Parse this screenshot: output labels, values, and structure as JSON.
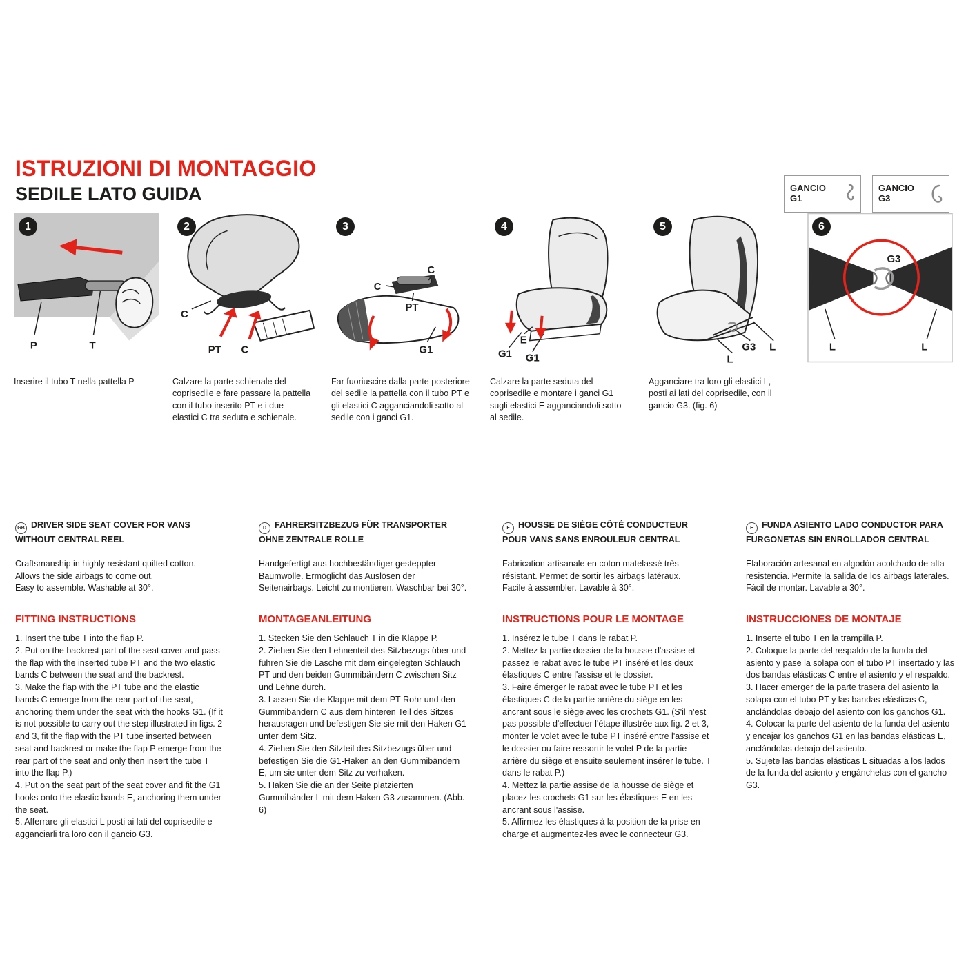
{
  "colors": {
    "accent_red": "#e2231a",
    "illustration_gray": "#c8c8c8",
    "badge_black": "#1d1d1b"
  },
  "header": {
    "title": "ISTRUZIONI DI MONTAGGIO",
    "subtitle": "SEDILE LATO GUIDA",
    "hook_legend": [
      {
        "name": "GANCIO",
        "code": "G1"
      },
      {
        "name": "GANCIO",
        "code": "G3"
      }
    ]
  },
  "panels": [
    {
      "number": "1",
      "labels": [
        "P",
        "T"
      ],
      "caption": "Inserire il tubo T nella pattella P"
    },
    {
      "number": "2",
      "labels": [
        "C",
        "PT",
        "C"
      ],
      "caption": "Calzare la parte schienale del coprisedile e fare passare la pattella con il tubo inserito PT e i due elastici C tra seduta e schienale."
    },
    {
      "number": "3",
      "labels": [
        "C",
        "PT",
        "C",
        "G1"
      ],
      "caption": "Far fuoriuscire dalla parte posteriore del sedile la pattella con il tubo PT e gli elastici C agganciandoli sotto al sedile con i ganci G1."
    },
    {
      "number": "4",
      "labels": [
        "E",
        "G1",
        "G1"
      ],
      "caption": "Calzare la parte seduta del coprisedile e montare i ganci G1 sugli elastici E agganciandoli sotto al sedile."
    },
    {
      "number": "5",
      "labels": [
        "G3",
        "L",
        "L"
      ],
      "caption": "Agganciare tra loro gli elastici L, posti ai lati del coprisedile, con il gancio G3. (fig. 6)"
    },
    {
      "number": "6",
      "labels": [
        "G3",
        "L",
        "L"
      ],
      "caption": ""
    }
  ],
  "columns": [
    {
      "lang": "GB",
      "heading": "DRIVER SIDE SEAT COVER FOR VANS WITHOUT CENTRAL REEL",
      "intro": "Craftsmanship in highly resistant quilted cotton.\nAllows the side airbags to come out.\nEasy to assemble. Washable at 30°.",
      "instructions_title": "FITTING INSTRUCTIONS",
      "steps": [
        "1. Insert the tube T into the flap P.",
        "2. Put on the backrest part of the seat cover and pass the flap with the inserted tube PT and the two elastic bands C between the seat and the backrest.",
        "3. Make the flap with the PT tube and the elastic bands C emerge from the rear part of the seat, anchoring them under the seat with the hooks G1. (If it is not possible to carry out the step illustrated in figs. 2 and 3, fit the flap with the PT tube inserted between seat and backrest or make the flap P emerge from the rear part of the seat and only then insert the tube T into the flap P.)",
        "4. Put on the seat part of the seat cover and fit the G1 hooks onto the elastic bands E, anchoring them under the seat.",
        "5. Afferrare gli elastici L posti ai lati del coprisedile e agganciarli tra loro con il gancio G3."
      ]
    },
    {
      "lang": "D",
      "heading": "FAHRERSITZBEZUG FÜR TRANSPORTER OHNE ZENTRALE ROLLE",
      "intro": "Handgefertigt aus hochbeständiger gesteppter Baumwolle. Ermöglicht das Auslösen der Seitenairbags. Leicht zu montieren. Waschbar bei 30°.",
      "instructions_title": "MONTAGEANLEITUNG",
      "steps": [
        "1. Stecken Sie den Schlauch T in die Klappe P.",
        "2. Ziehen Sie den Lehnenteil des Sitzbezugs über und führen Sie die Lasche mit dem eingelegten Schlauch PT und den beiden Gummibändern C zwischen Sitz und Lehne durch.",
        "3. Lassen Sie die Klappe mit dem PT-Rohr und den Gummibändern C aus dem hinteren Teil des Sitzes herausragen und befestigen Sie sie mit den Haken G1 unter dem Sitz.",
        "4. Ziehen Sie den Sitzteil des Sitzbezugs über und befestigen Sie die G1-Haken an den Gummibändern E, um sie unter dem Sitz zu verhaken.",
        "5. Haken Sie die an der Seite platzierten Gummibänder L mit dem Haken G3 zusammen. (Abb. 6)"
      ]
    },
    {
      "lang": "F",
      "heading": "HOUSSE DE SIÈGE CÔTÉ CONDUCTEUR POUR VANS SANS ENROULEUR CENTRAL",
      "intro": "Fabrication artisanale en coton matelassé très résistant. Permet de sortir les airbags latéraux.\nFacile à assembler. Lavable à 30°.",
      "instructions_title": "INSTRUCTIONS POUR LE MONTAGE",
      "steps": [
        "1. Insérez le tube T dans le rabat P.",
        "2. Mettez la partie dossier de la housse d'assise et passez le rabat avec le tube PT inséré et les deux élastiques C entre l'assise et le dossier.",
        "3. Faire émerger le rabat avec le tube PT et les élastiques C de la partie arrière du siège en les ancrant sous le siège avec les crochets G1. (S'il n'est pas possible d'effectuer l'étape illustrée aux fig. 2 et 3, monter le volet avec le tube PT inséré entre l'assise et le dossier ou faire ressortir le volet P de la partie arrière du siège et ensuite seulement insérer le tube. T dans le rabat P.)",
        "4. Mettez la partie assise de la housse de siège et placez les crochets G1 sur les élastiques E en les ancrant sous l'assise.",
        "5. Affirmez les élastiques à la position de la prise en charge et augmentez-les avec le connecteur G3."
      ]
    },
    {
      "lang": "E",
      "heading": "FUNDA ASIENTO LADO CONDUCTOR PARA FURGONETAS SIN ENROLLADOR CENTRAL",
      "intro": "Elaboración artesanal en algodón acolchado de alta resistencia. Permite la salida de los airbags laterales.\nFácil de montar. Lavable a 30°.",
      "instructions_title": "INSTRUCCIONES DE MONTAJE",
      "steps": [
        "1. Inserte el tubo T en la trampilla P.",
        "2. Coloque la parte del respaldo de la funda del asiento y pase la solapa con el tubo PT insertado y las dos bandas elásticas C entre el asiento y el respaldo.",
        "3. Hacer emerger de la parte trasera del asiento la solapa con el tubo PT y las bandas elásticas C, anclándolas debajo del asiento con los ganchos G1.",
        "4. Colocar la parte del asiento de la funda del asiento y encajar los ganchos G1 en las bandas elásticas E, anclándolas debajo del asiento.",
        "5. Sujete las bandas elásticas L situadas a los lados de la funda del asiento y engánchelas con el gancho G3."
      ]
    }
  ]
}
